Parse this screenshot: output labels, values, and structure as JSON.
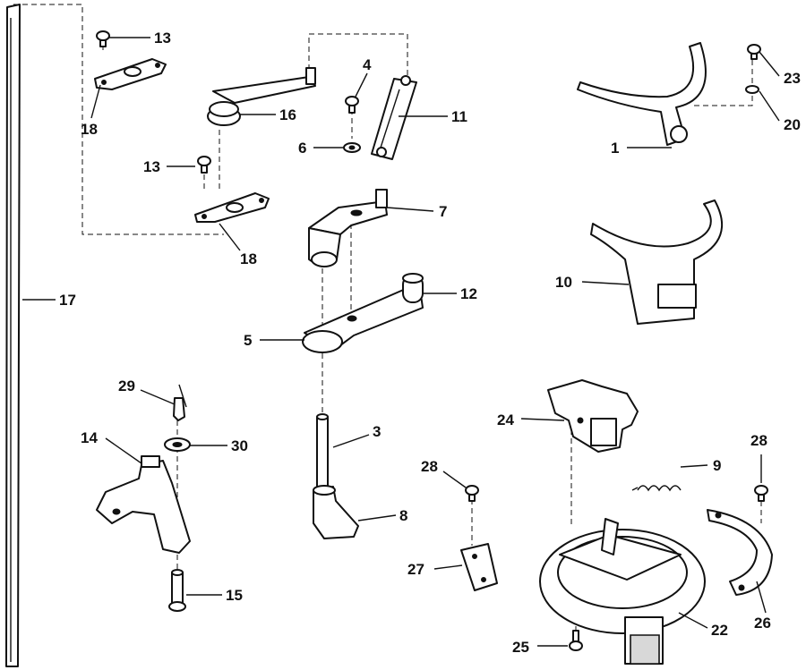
{
  "labels": {
    "p1": "1",
    "p3": "3",
    "p4": "4",
    "p5": "5",
    "p6": "6",
    "p7": "7",
    "p8": "8",
    "p9": "9",
    "p10": "10",
    "p11": "11",
    "p12": "12",
    "p13a": "13",
    "p13b": "13",
    "p14": "14",
    "p15": "15",
    "p16": "16",
    "p17": "17",
    "p18a": "18",
    "p18b": "18",
    "p20": "20",
    "p22": "22",
    "p23": "23",
    "p24": "24",
    "p25": "25",
    "p26": "26",
    "p27": "27",
    "p28a": "28",
    "p28b": "28",
    "p29": "29",
    "p30": "30"
  }
}
